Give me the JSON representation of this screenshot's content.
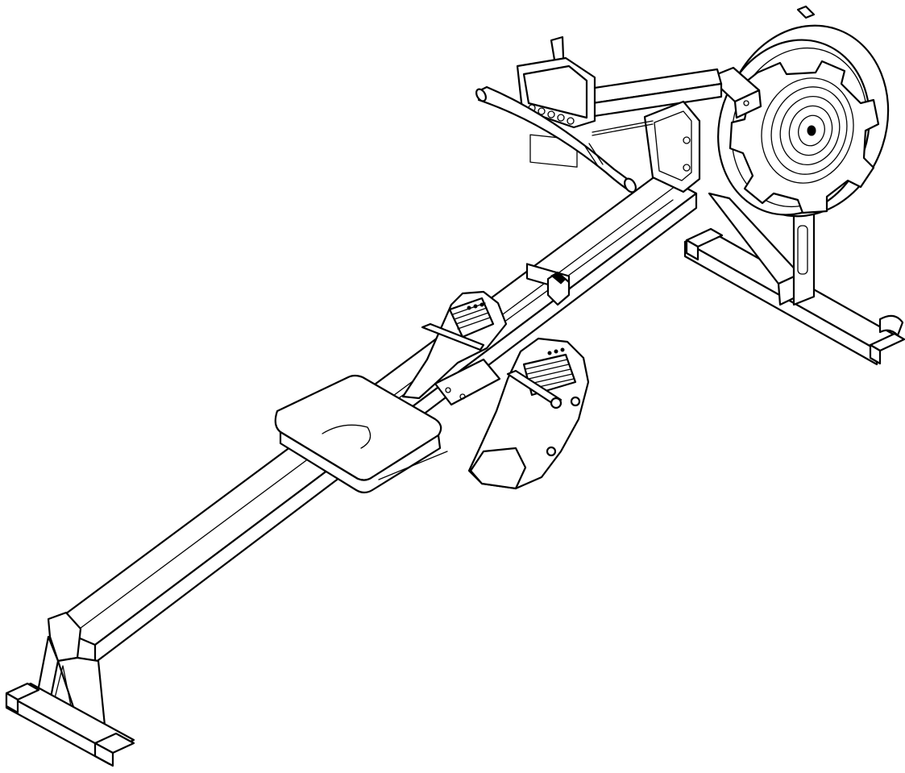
{
  "diagram": {
    "kind": "line-drawing",
    "colors": {
      "background": "#ffffff",
      "stroke": "#000000"
    },
    "parts": [
      "monitor",
      "handle",
      "flywheel",
      "front-stabilizer",
      "rail",
      "seat",
      "footrest-left",
      "footrest-right",
      "rear-stabilizer",
      "rear-leg"
    ]
  }
}
